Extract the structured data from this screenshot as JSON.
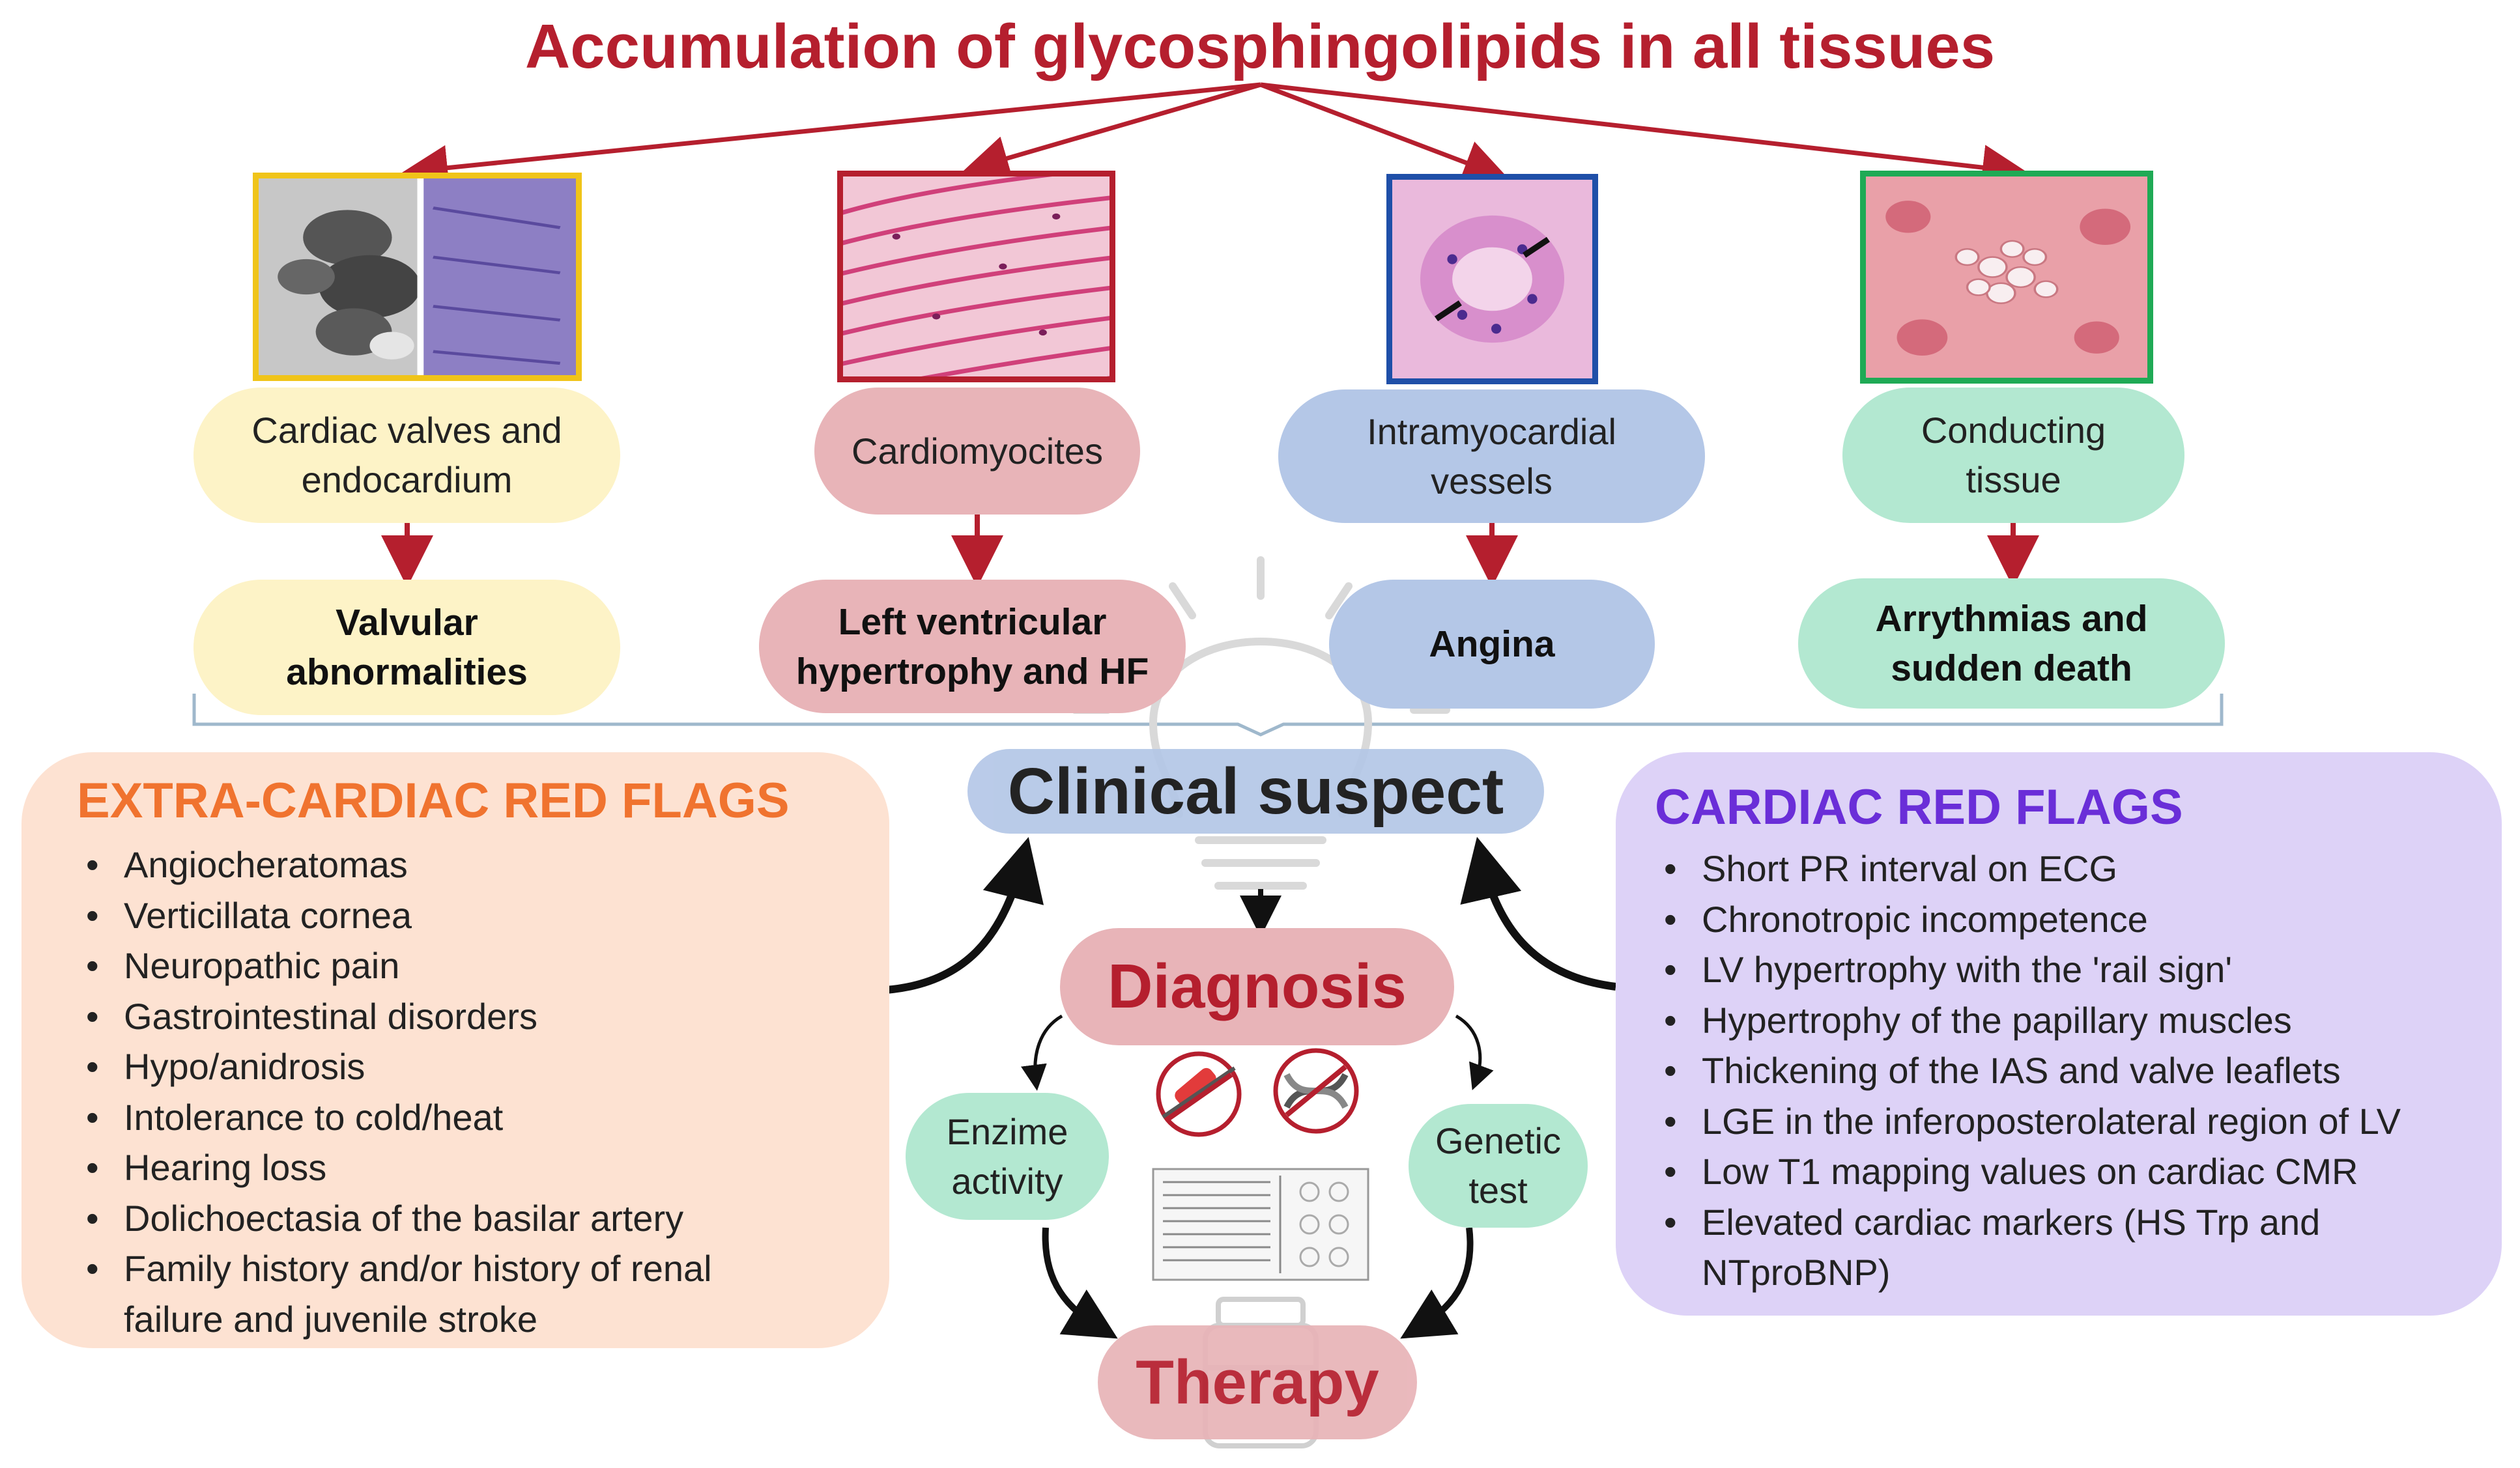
{
  "title": "Accumulation of glycosphingolipids in all tissues",
  "colors": {
    "accent_red": "#b51f2e",
    "arrow_red": "#b51f2e",
    "extra_title": "#f0732f",
    "cardiac_title": "#6a2ed8",
    "yellow_pill": "#fdf3c7",
    "pink_pill": "#e8b4b8",
    "blue_pill": "#b4c7e7",
    "green_pill": "#b3e8d1",
    "extra_panel": "#fde2d2",
    "cardiac_panel": "#ddd2f7"
  },
  "pathway": [
    {
      "tissue": "Cardiac valves and\nendocardium",
      "outcome": "Valvular\nabnormalities",
      "image_icon": "valve-histology-image",
      "frame_color": "#f0c419"
    },
    {
      "tissue": "Cardiomyocites",
      "outcome": "Left ventricular\nhypertrophy and HF",
      "image_icon": "cardiomyocyte-histology-image",
      "frame_color": "#b51f2e"
    },
    {
      "tissue": "Intramyocardial\nvessels",
      "outcome": "Angina",
      "image_icon": "vessel-histology-image",
      "frame_color": "#1f4fa8"
    },
    {
      "tissue": "Conducting\ntissue",
      "outcome": "Arrythmias and\nsudden death",
      "image_icon": "conducting-tissue-histology-image",
      "frame_color": "#1faa55"
    }
  ],
  "clinical_suspect": "Clinical suspect",
  "diagnosis": "Diagnosis",
  "enzyme": "Enzime\nactivity",
  "genetic": "Genetic\ntest",
  "therapy": "Therapy",
  "icons": [
    "lightbulb-icon",
    "blood-sample-icon",
    "dna-icon",
    "lab-report-icon",
    "medicine-bottle-icon"
  ],
  "extra_cardiac": {
    "title": "EXTRA-CARDIAC RED FLAGS",
    "items": [
      "Angiocheratomas",
      "Verticillata cornea",
      "Neuropathic pain",
      "Gastrointestinal disorders",
      "Hypo/anidrosis",
      "Intolerance to cold/heat",
      "Hearing loss",
      "Dolichoectasia of the basilar artery",
      "Family history and/or history of renal failure and juvenile stroke"
    ]
  },
  "cardiac": {
    "title": "CARDIAC RED FLAGS",
    "items": [
      "Short PR interval on ECG",
      "Chronotropic incompetence",
      "LV hypertrophy with the 'rail sign'",
      "Hypertrophy of the papillary muscles",
      "Thickening of the IAS and valve leaflets",
      "LGE in the inferoposterolateral region of LV",
      "Low T1 mapping values on cardiac CMR",
      "Elevated cardiac markers (HS Trp and NTproBNP)"
    ]
  }
}
